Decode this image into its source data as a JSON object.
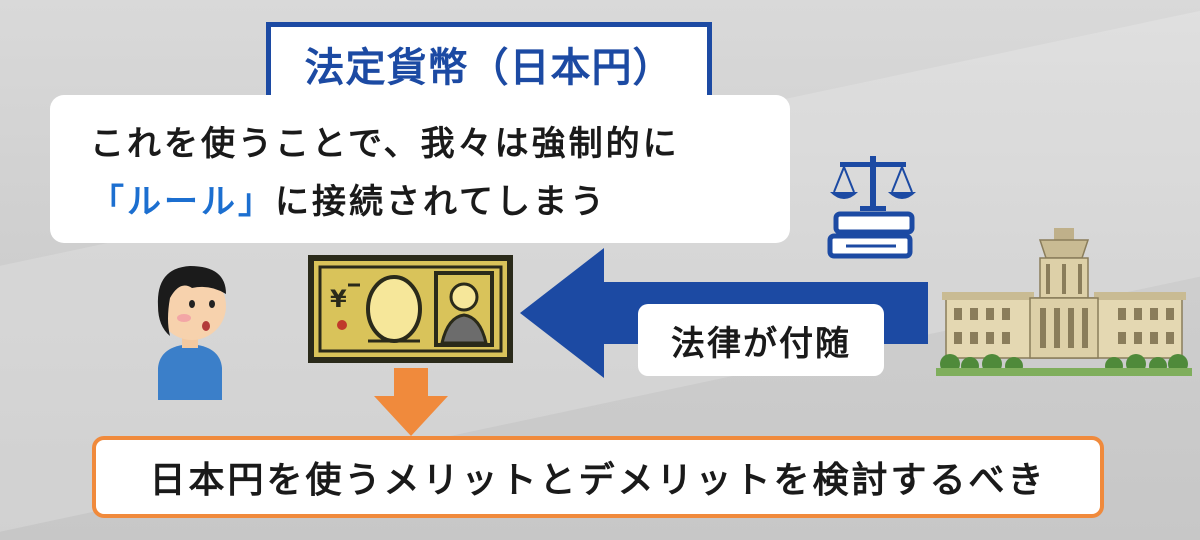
{
  "title": "法定貨幣（日本円）",
  "bubble": {
    "line1": "これを使うことで、我々は強制的に",
    "rule_text": "「ルール」",
    "line2_rest": "に接続されてしまう"
  },
  "law_label": "法律が付随",
  "bottom_text": "日本円を使うメリットとデメリットを検討するべき",
  "banknote_symbol": "¥",
  "icons": [
    "person-illustration",
    "banknote-icon",
    "arrow-down-icon",
    "arrow-left-icon",
    "scale-of-justice-icon",
    "diet-building-icon"
  ],
  "colors": {
    "blue": "#1c4aa3",
    "orange": "#f08a3c",
    "rule_blue": "#1c6fd0"
  }
}
